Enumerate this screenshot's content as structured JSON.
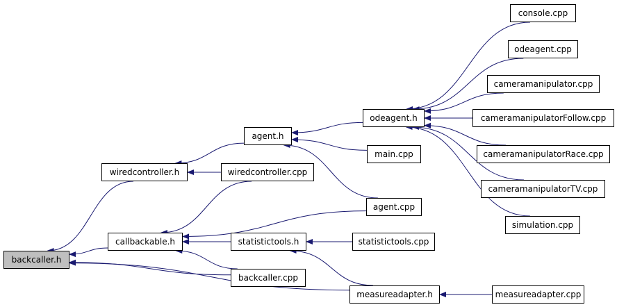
{
  "colors": {
    "edge": "#191970",
    "root_fill": "#bfbfbf",
    "node_fill": "#ffffff"
  },
  "nodes": {
    "backcaller_h": "backcaller.h",
    "callbackable_h": "callbackable.h",
    "wiredcontroller_h": "wiredcontroller.h",
    "wiredcontroller_cpp": "wiredcontroller.cpp",
    "agent_h": "agent.h",
    "odeagent_h": "odeagent.h",
    "main_cpp": "main.cpp",
    "agent_cpp": "agent.cpp",
    "statistictools_h": "statistictools.h",
    "statistictools_cpp": "statistictools.cpp",
    "backcaller_cpp": "backcaller.cpp",
    "measureadapter_h": "measureadapter.h",
    "measureadapter_cpp": "measureadapter.cpp",
    "console_cpp": "console.cpp",
    "odeagent_cpp": "odeagent.cpp",
    "cameramanipulator_cpp": "cameramanipulator.cpp",
    "cameramanipulatorFollow_cpp": "cameramanipulatorFollow.cpp",
    "cameramanipulatorRace_cpp": "cameramanipulatorRace.cpp",
    "cameramanipulatorTV_cpp": "cameramanipulatorTV.cpp",
    "simulation_cpp": "simulation.cpp"
  },
  "edges": [
    [
      "wiredcontroller_h",
      "backcaller_h"
    ],
    [
      "callbackable_h",
      "backcaller_h"
    ],
    [
      "backcaller_cpp",
      "backcaller_h"
    ],
    [
      "measureadapter_h",
      "backcaller_h"
    ],
    [
      "agent_h",
      "wiredcontroller_h"
    ],
    [
      "wiredcontroller_cpp",
      "wiredcontroller_h"
    ],
    [
      "wiredcontroller_cpp",
      "callbackable_h"
    ],
    [
      "agent_cpp",
      "callbackable_h"
    ],
    [
      "statistictools_h",
      "callbackable_h"
    ],
    [
      "backcaller_cpp",
      "callbackable_h"
    ],
    [
      "odeagent_h",
      "agent_h"
    ],
    [
      "main_cpp",
      "agent_h"
    ],
    [
      "agent_cpp",
      "agent_h"
    ],
    [
      "console_cpp",
      "odeagent_h"
    ],
    [
      "odeagent_cpp",
      "odeagent_h"
    ],
    [
      "cameramanipulator_cpp",
      "odeagent_h"
    ],
    [
      "cameramanipulatorFollow_cpp",
      "odeagent_h"
    ],
    [
      "cameramanipulatorRace_cpp",
      "odeagent_h"
    ],
    [
      "cameramanipulatorTV_cpp",
      "odeagent_h"
    ],
    [
      "simulation_cpp",
      "odeagent_h"
    ],
    [
      "statistictools_cpp",
      "statistictools_h"
    ],
    [
      "measureadapter_h",
      "statistictools_h"
    ],
    [
      "measureadapter_cpp",
      "measureadapter_h"
    ]
  ]
}
